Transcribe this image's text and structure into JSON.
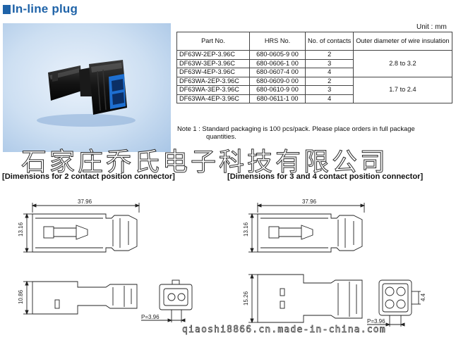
{
  "title": "In-line plug",
  "unit": "Unit : mm",
  "table": {
    "headers": [
      "Part No.",
      "HRS No.",
      "No. of contacts",
      "Outer diameter of wire insulation"
    ],
    "rows": [
      {
        "part": "DF63W-2EP-3.96C",
        "hrs": "680-0605-9 00",
        "contacts": "2"
      },
      {
        "part": "DF63W-3EP-3.96C",
        "hrs": "680-0606-1 00",
        "contacts": "3"
      },
      {
        "part": "DF63W-4EP-3.96C",
        "hrs": "680-0607-4 00",
        "contacts": "4"
      },
      {
        "part": "DF63WA-2EP-3.96C",
        "hrs": "680-0609-0 00",
        "contacts": "2"
      },
      {
        "part": "DF63WA-3EP-3.96C",
        "hrs": "680-0610-9 00",
        "contacts": "3"
      },
      {
        "part": "DF63WA-4EP-3.96C",
        "hrs": "680-0611-1 00",
        "contacts": "4"
      }
    ],
    "diameter_groups": [
      "2.8 to 3.2",
      "1.7 to 2.4"
    ]
  },
  "note": {
    "line1": "Note 1 : Standard packaging is 100 pcs/pack. Please place orders in full package",
    "line2": "quantities."
  },
  "watermark_company": "石家庄乔氏电子科技有限公司",
  "headings": {
    "left": "[Dimensions for 2 contact position connector]",
    "right": "[Dimensions for 3 and 4 contact position connector]"
  },
  "dims": {
    "left_length": "37.96",
    "left_height": "13.16",
    "left_side_height": "10.86",
    "left_pitch": "P=3.96",
    "right_length": "37.96",
    "right_height": "13.16",
    "right_side_height": "15.26",
    "right_pitch": "P=3.96",
    "right_pitch_v": "4.4"
  },
  "watermark_url": "qiaoshi8866.cn.made-in-china.com"
}
